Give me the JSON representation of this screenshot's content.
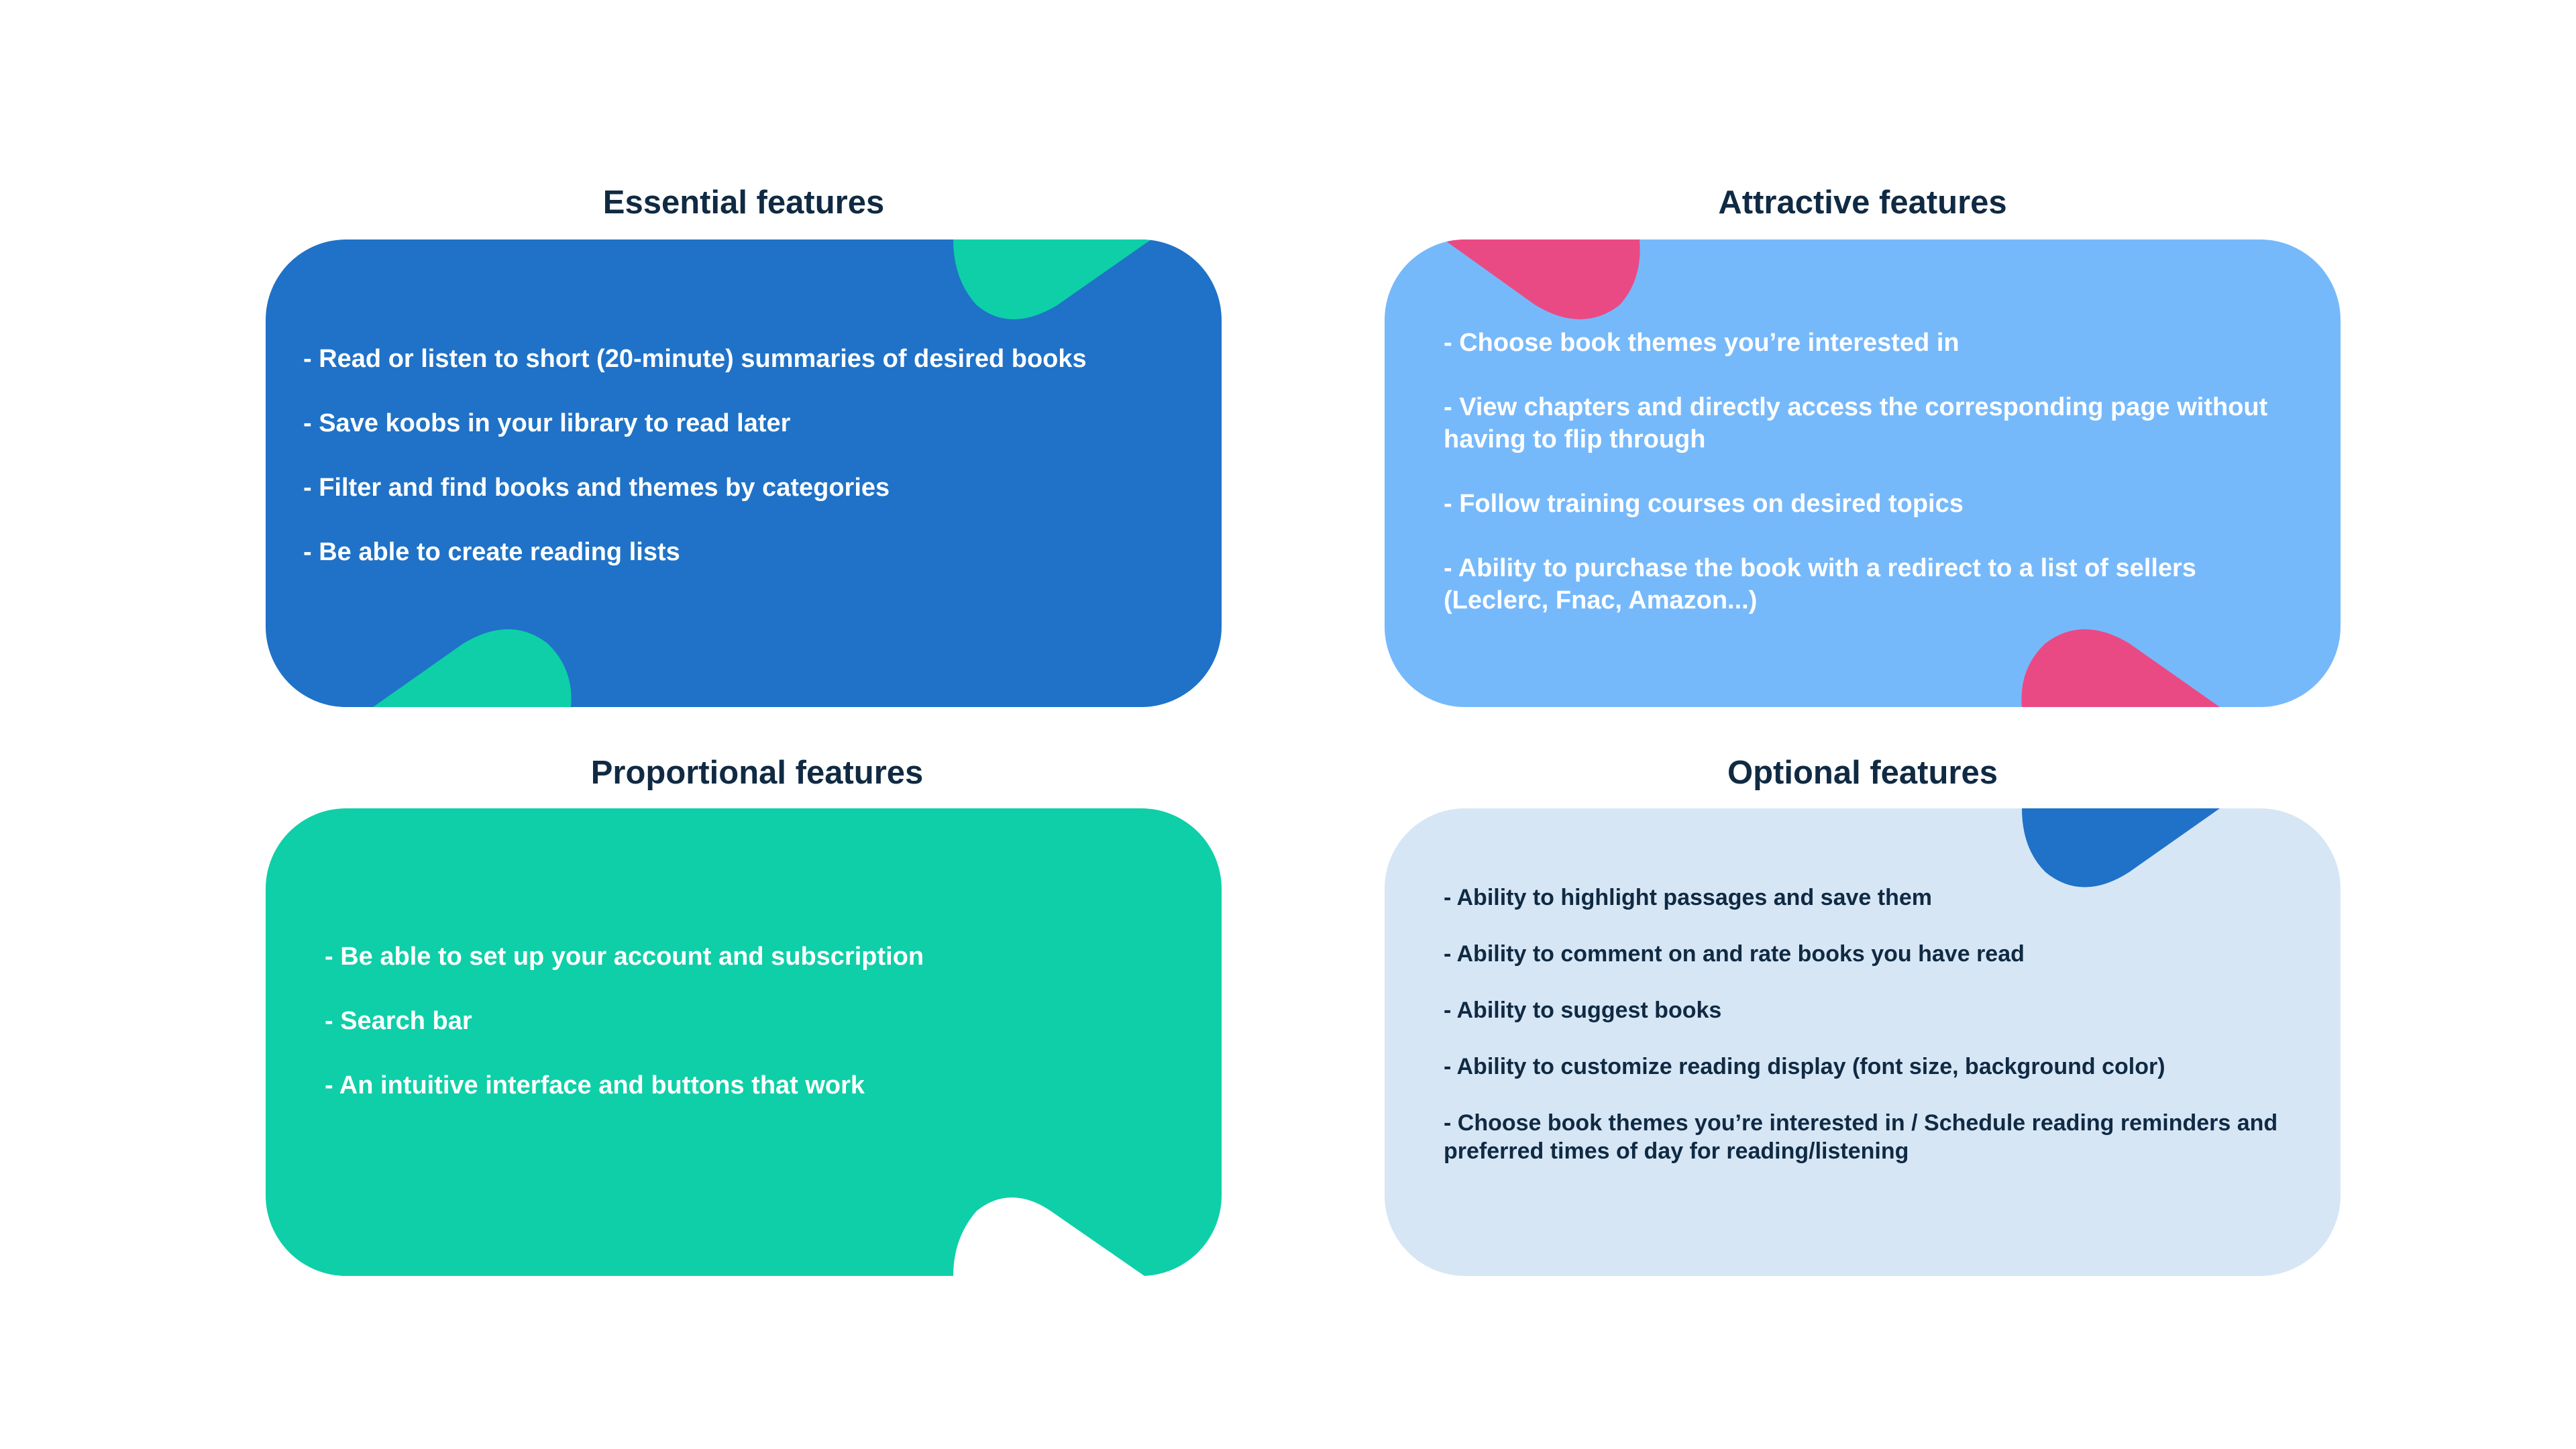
{
  "colors": {
    "title_text": "#102a43",
    "essential_bg": "#1f72c7",
    "attractive_bg": "#76b9fb",
    "proportional_bg": "#0ecfa8",
    "optional_bg": "#d6e6f5",
    "accent_green": "#0ecfa8",
    "accent_pink": "#ea4a84",
    "accent_blue": "#1f72c7"
  },
  "essential": {
    "title": "Essential features",
    "items": [
      "- Read or listen to short (20-minute) summaries of desired books",
      "- Save koobs in your library to read later",
      "- Filter and find books and themes by categories",
      "- Be able to create reading lists"
    ]
  },
  "attractive": {
    "title": "Attractive features",
    "items": [
      "- Choose book themes you’re interested in",
      "- View chapters and directly access the corresponding page without having to flip through",
      "- Follow training courses on desired topics",
      "- Ability to purchase the book with a redirect to a list of sellers (Leclerc, Fnac, Amazon...)"
    ]
  },
  "proportional": {
    "title": "Proportional features",
    "items": [
      "- Be able to set up your account and subscription",
      "- Search bar",
      "- An intuitive interface and buttons that work"
    ]
  },
  "optional": {
    "title": "Optional features",
    "items": [
      "- Ability to highlight passages and save them",
      "- Ability to comment on and rate books you have read",
      "- Ability to suggest books",
      "- Ability to customize reading display (font size, background color)",
      "- Choose book themes you’re interested in / Schedule reading reminders and preferred times of day for reading/listening"
    ]
  }
}
